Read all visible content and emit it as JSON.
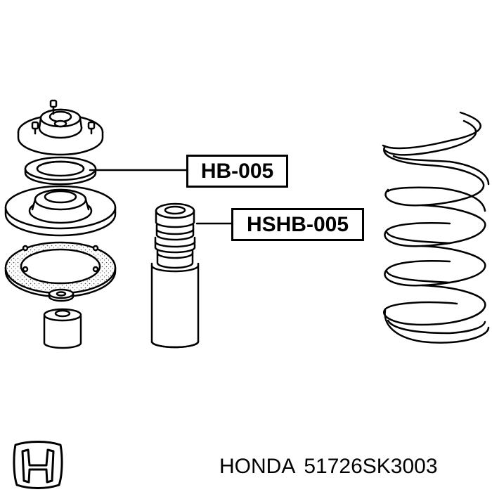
{
  "callouts": {
    "bearing_label": "HB-005",
    "bump_stop_label": "HSHB-005"
  },
  "caption": {
    "brand": "HONDA",
    "part_number": "51726SK3003"
  },
  "icons": {
    "logo": "honda-h-logo-icon"
  },
  "colors": {
    "ink": "#000000",
    "background": "#ffffff",
    "gasket_speckle": "#555555"
  }
}
